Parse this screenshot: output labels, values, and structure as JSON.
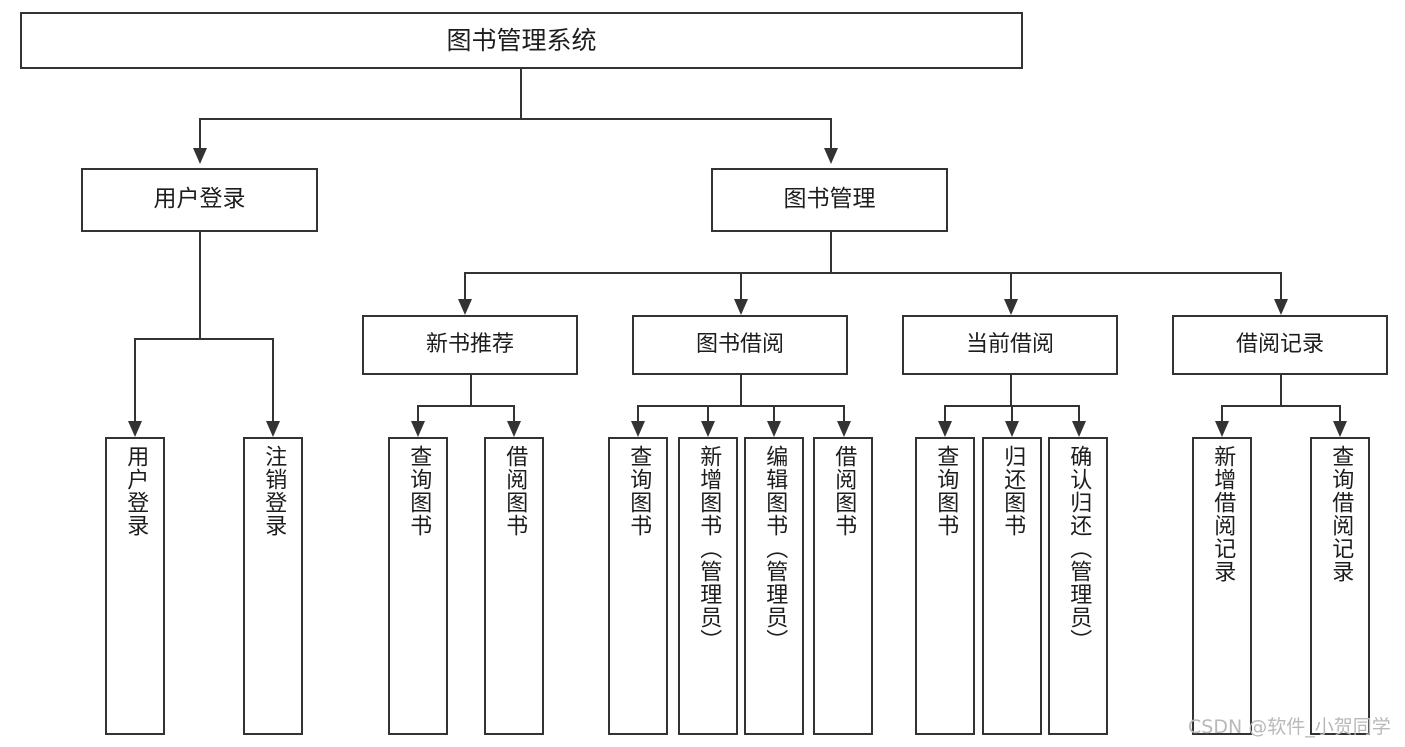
{
  "diagram": {
    "title": "图书管理系统",
    "watermark": "CSDN @软件_小贺同学",
    "stroke_color": "#333333",
    "fill_color": "#ffffff",
    "text_color": "#1d1d1d",
    "watermark_color": "#b9b9b9"
  },
  "root": {
    "label": "图书管理系统"
  },
  "level1": [
    {
      "label": "用户登录"
    },
    {
      "label": "图书管理"
    }
  ],
  "level2": [
    {
      "label": "新书推荐"
    },
    {
      "label": "图书借阅"
    },
    {
      "label": "当前借阅"
    },
    {
      "label": "借阅记录"
    }
  ],
  "leaves": {
    "user_login": [
      {
        "label": "用户登录"
      },
      {
        "label": "注销登录"
      }
    ],
    "new_book_recommend": [
      {
        "label": "查询图书"
      },
      {
        "label": "借阅图书"
      }
    ],
    "book_borrow": [
      {
        "label": "查询图书"
      },
      {
        "label": "新增图书（管理员）"
      },
      {
        "label": "编辑图书（管理员）"
      },
      {
        "label": "借阅图书"
      }
    ],
    "current_borrow": [
      {
        "label": "查询图书"
      },
      {
        "label": "归还图书"
      },
      {
        "label": "确认归还（管理员）"
      }
    ],
    "borrow_record": [
      {
        "label": "新增借阅记录"
      },
      {
        "label": "查询借阅记录"
      }
    ]
  }
}
